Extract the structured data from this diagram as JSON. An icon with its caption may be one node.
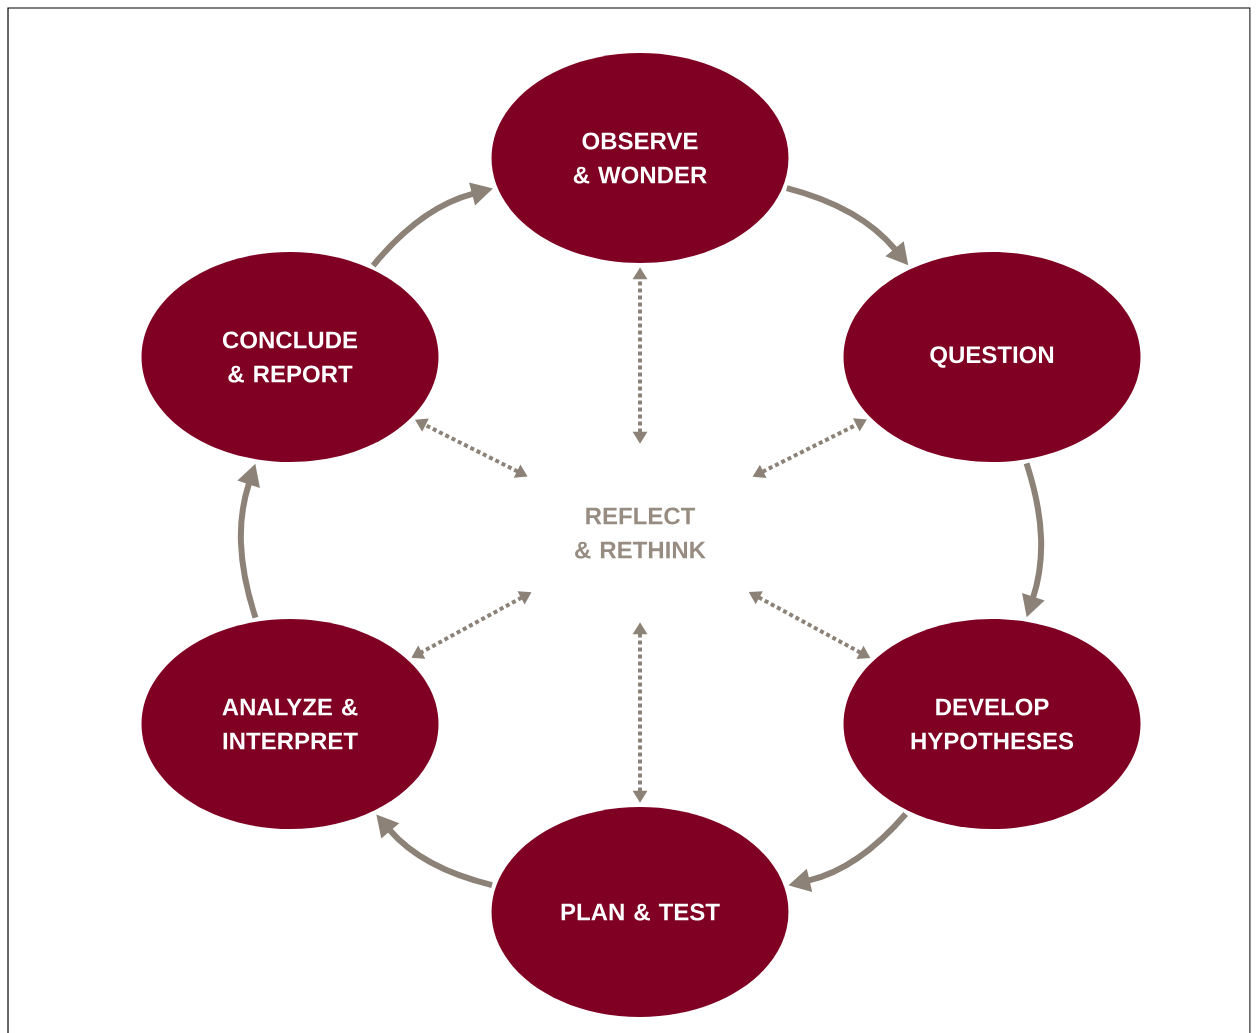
{
  "diagram": {
    "nodes": [
      {
        "text": [
          "OBSERVE & WONDER"
        ]
      },
      {
        "text": [
          "QUESTION"
        ]
      },
      {
        "text": [
          "DEVELOP HYPOTHESES"
        ]
      },
      {
        "text": [
          "PLAN & TEST"
        ]
      },
      {
        "text": [
          "ANALYZE & INTERPRET"
        ]
      },
      {
        "text": [
          "CONCLUDE & REPORT"
        ]
      },
      {
        "text": [
          "REFLECT & RETHINK"
        ]
      }
    ],
    "edges": [
      {
        "from": 0,
        "to": 1,
        "arrow": "to"
      },
      {
        "from": 1,
        "to": 2,
        "arrow": "to"
      },
      {
        "from": 2,
        "to": 3,
        "arrow": "to"
      },
      {
        "from": 3,
        "to": 4,
        "arrow": "to"
      },
      {
        "from": 4,
        "to": 5,
        "arrow": "to"
      },
      {
        "from": 5,
        "to": 0,
        "arrow": "to"
      },
      {
        "from": 6,
        "to": 0,
        "arrow": "both",
        "style": "dashed"
      },
      {
        "from": 6,
        "to": 1,
        "arrow": "both",
        "style": "dashed"
      },
      {
        "from": 6,
        "to": 2,
        "arrow": "both",
        "style": "dashed"
      },
      {
        "from": 6,
        "to": 3,
        "arrow": "both",
        "style": "dashed"
      },
      {
        "from": 6,
        "to": 4,
        "arrow": "both",
        "style": "dashed"
      },
      {
        "from": 6,
        "to": 5,
        "arrow": "both",
        "style": "dashed"
      }
    ]
  }
}
